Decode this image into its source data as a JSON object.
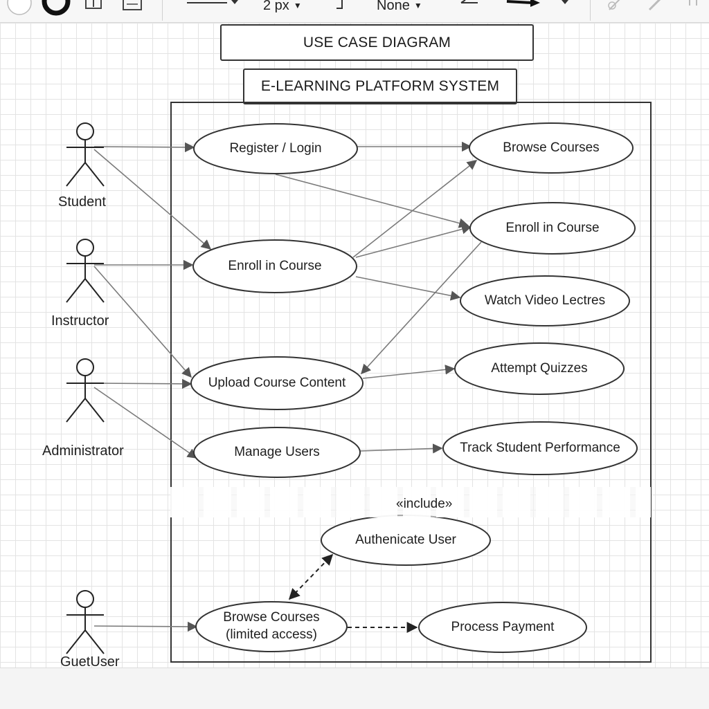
{
  "toolbar": {
    "line_width": "2 px",
    "arrow_style": "None"
  },
  "diagram": {
    "title": "USE CASE DIAGRAM",
    "system_name": "E-LEARNING PLATFORM SYSTEM",
    "actors": [
      {
        "id": "student",
        "name": "Student"
      },
      {
        "id": "instructor",
        "name": "Instructor"
      },
      {
        "id": "administrator",
        "name": "Administrator"
      },
      {
        "id": "guest",
        "name": "GuetUser"
      }
    ],
    "use_cases": [
      {
        "id": "register",
        "label": "Register / Login"
      },
      {
        "id": "browse",
        "label": "Browse Courses"
      },
      {
        "id": "enroll_left",
        "label": "Enroll in Course"
      },
      {
        "id": "enroll_right",
        "label": "Enroll in Course"
      },
      {
        "id": "watch",
        "label": "Watch Video Lectres"
      },
      {
        "id": "upload",
        "label": "Upload Course Content"
      },
      {
        "id": "quizzes",
        "label": "Attempt Quizzes"
      },
      {
        "id": "manage",
        "label": "Manage Users"
      },
      {
        "id": "track",
        "label": "Track Student Performance"
      },
      {
        "id": "auth",
        "label": "Authenicate User"
      },
      {
        "id": "browse_limited",
        "label": "Browse Courses\n(limited access)"
      },
      {
        "id": "payment",
        "label": "Process Payment"
      }
    ],
    "relation_label": "«include»",
    "associations": [
      {
        "from": "student",
        "to": "register"
      },
      {
        "from": "student",
        "to": "enroll_left"
      },
      {
        "from": "instructor",
        "to": "enroll_left"
      },
      {
        "from": "instructor",
        "to": "upload"
      },
      {
        "from": "administrator",
        "to": "upload"
      },
      {
        "from": "administrator",
        "to": "manage"
      },
      {
        "from": "guest",
        "to": "browse_limited"
      },
      {
        "from": "register",
        "to": "browse"
      },
      {
        "from": "register",
        "to": "enroll_right"
      },
      {
        "from": "enroll_left",
        "to": "browse"
      },
      {
        "from": "enroll_left",
        "to": "enroll_right"
      },
      {
        "from": "enroll_left",
        "to": "watch"
      },
      {
        "from": "enroll_right",
        "to": "upload"
      },
      {
        "from": "upload",
        "to": "quizzes"
      },
      {
        "from": "manage",
        "to": "track"
      }
    ],
    "dashed_relations": [
      {
        "from": "browse_limited",
        "to": "auth",
        "bidirectional": true
      },
      {
        "from": "browse_limited",
        "to": "payment",
        "bidirectional": false
      }
    ]
  },
  "colors": {
    "stroke": "#333333",
    "connector": "#7a7a7a",
    "grid": "#e3e3e3"
  }
}
